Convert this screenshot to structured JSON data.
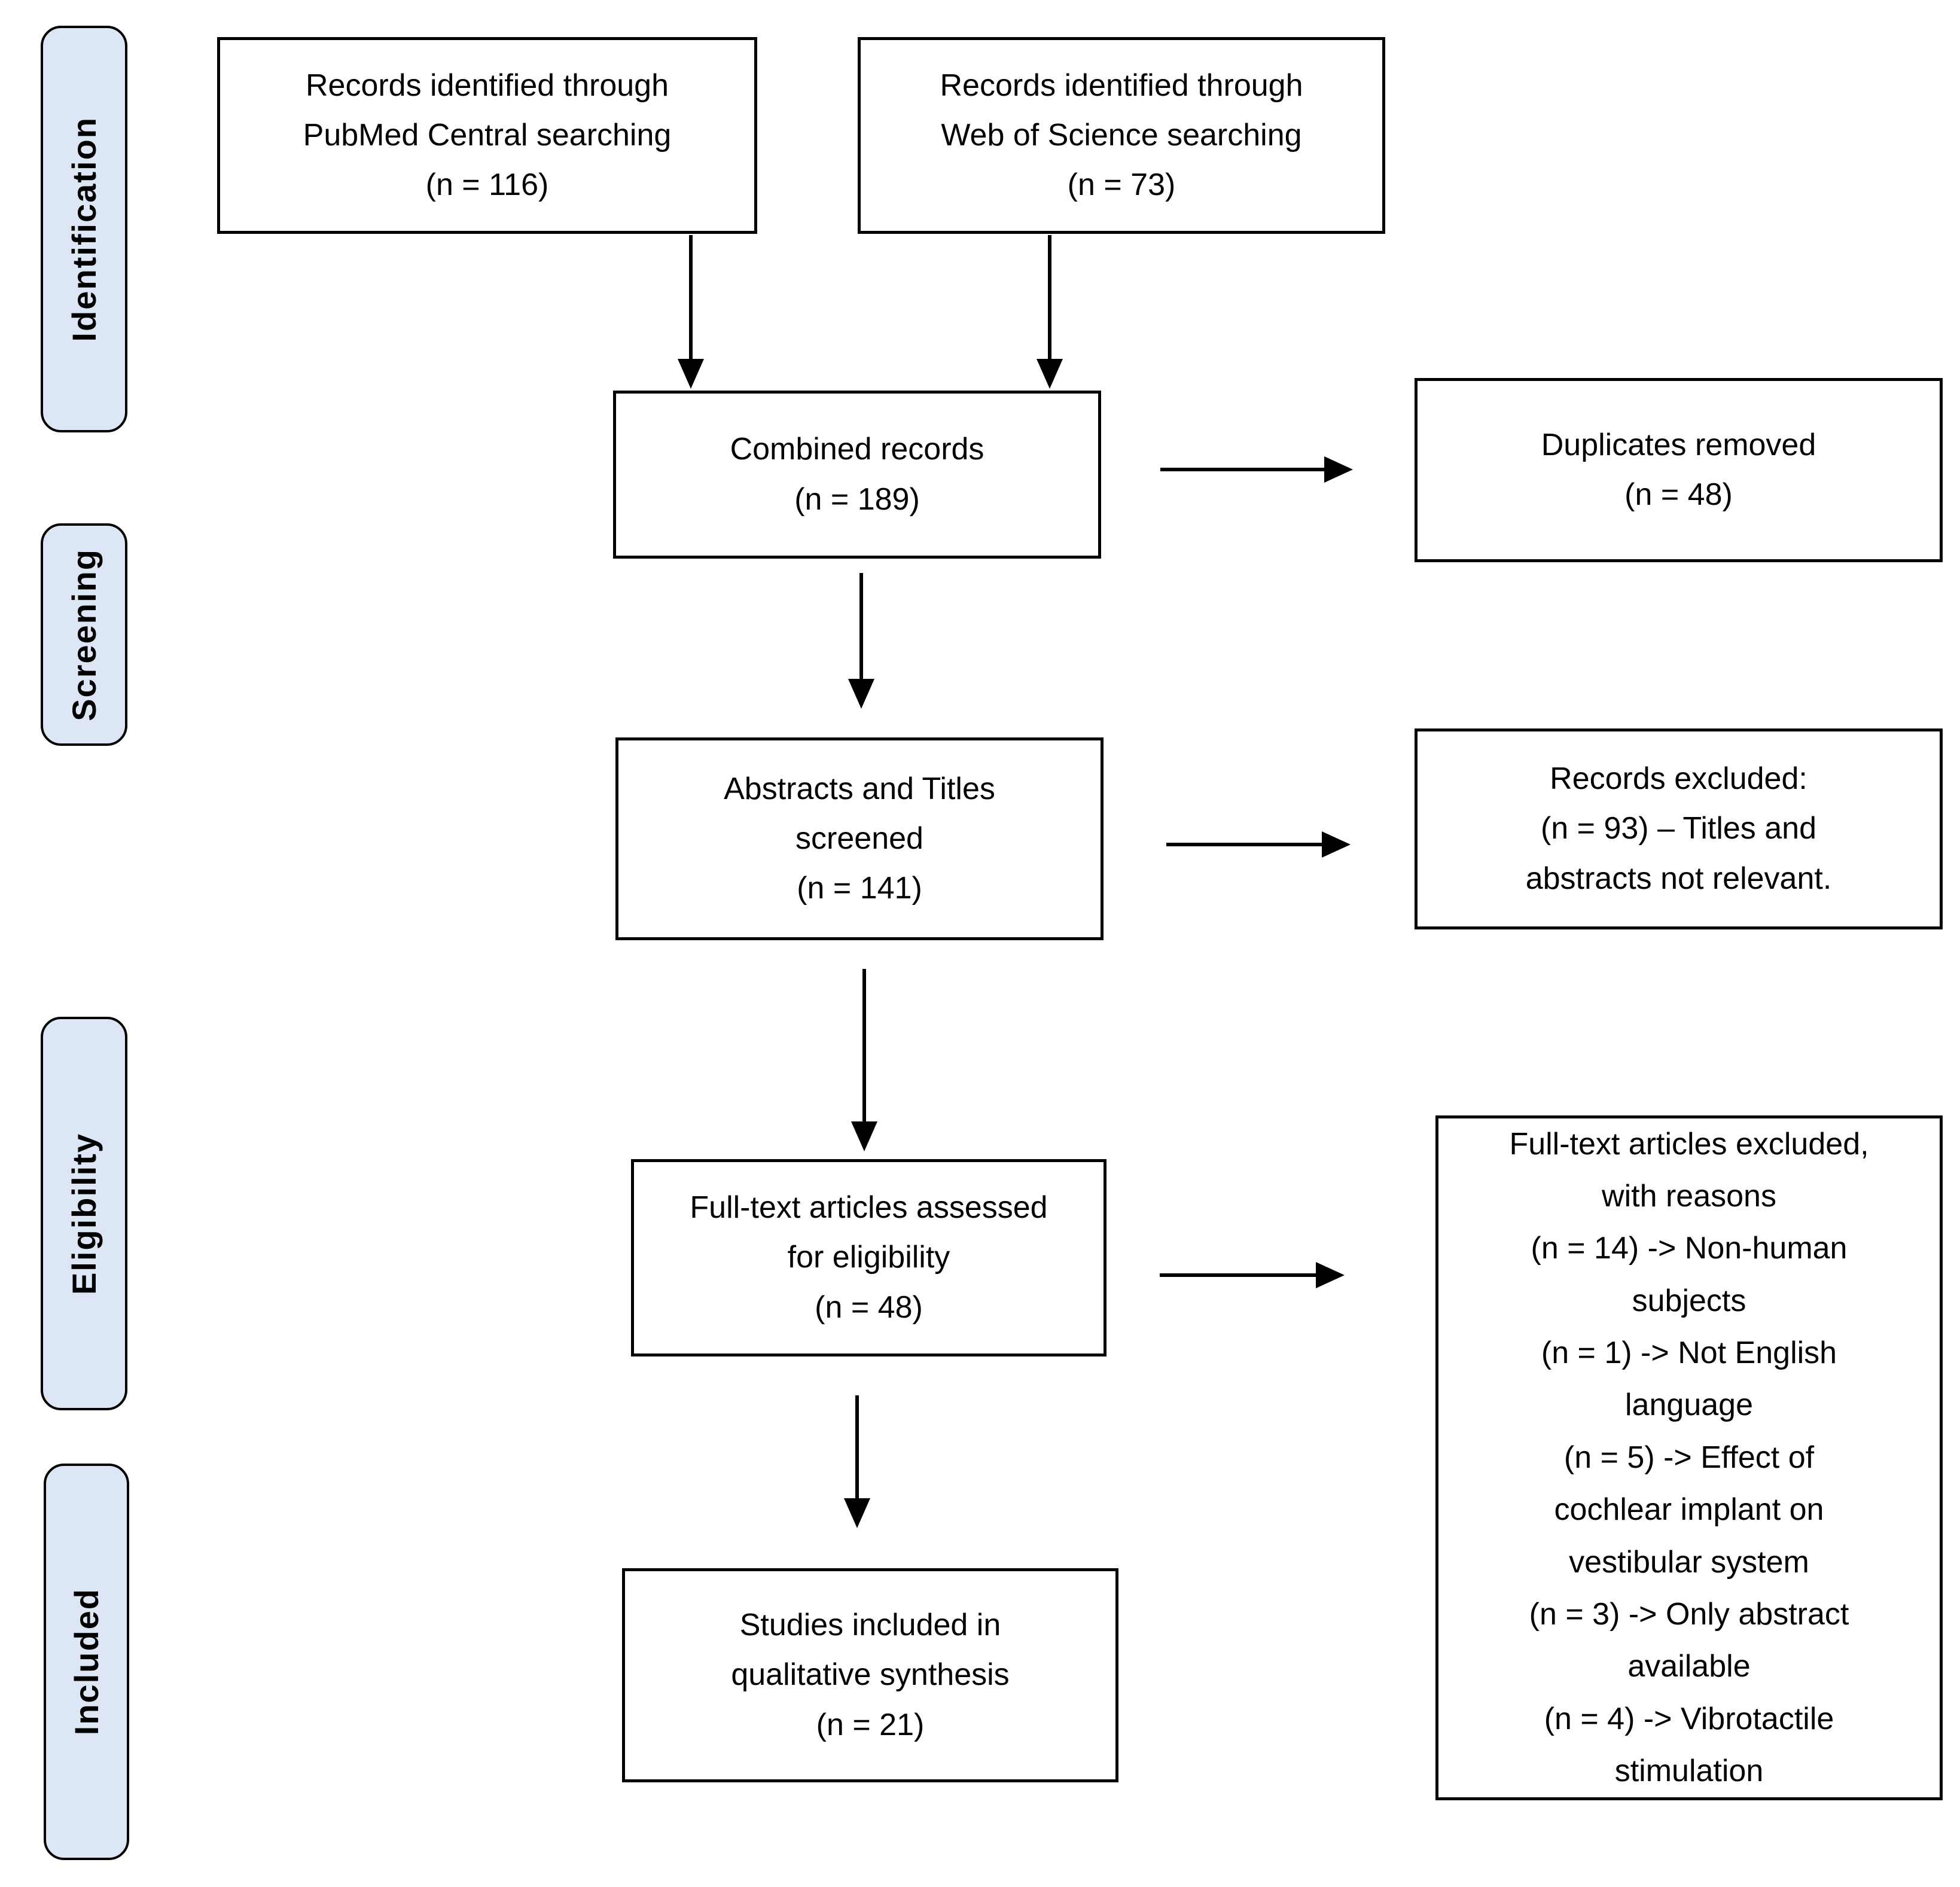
{
  "title": "PRISMA flow diagram",
  "colors": {
    "stage_fill": "#dce6f5",
    "border": "#000000",
    "background": "#ffffff",
    "text": "#000000"
  },
  "stages": [
    {
      "label": "Identification"
    },
    {
      "label": "Screening"
    },
    {
      "label": "Eligibility"
    },
    {
      "label": "Included"
    }
  ],
  "boxes": {
    "pubmed": {
      "text": "Records identified through\nPubMed Central searching\n(n = 116)"
    },
    "wos": {
      "text": "Records identified through\nWeb of Science searching\n(n = 73)"
    },
    "combined": {
      "text": "Combined records\n(n = 189)"
    },
    "duplicates": {
      "text": "Duplicates removed\n(n = 48)"
    },
    "screened": {
      "text": "Abstracts and Titles\nscreened\n(n = 141)"
    },
    "excluded": {
      "text": "Records excluded:\n(n = 93) – Titles and\nabstracts not relevant."
    },
    "fulltext": {
      "text": "Full-text articles assessed\nfor eligibility\n(n = 48)"
    },
    "reasons": {
      "text": "Full-text articles excluded,\nwith reasons\n(n = 14) -> Non-human\nsubjects\n(n = 1) -> Not English\nlanguage\n(n = 5) -> Effect of\ncochlear implant on\nvestibular system\n(n = 3) -> Only abstract\navailable\n(n = 4) -> Vibrotactile\nstimulation"
    },
    "included": {
      "text": "Studies included in\nqualitative synthesis\n(n = 21)"
    }
  },
  "counts": {
    "pubmed_records": 116,
    "web_of_science_records": 73,
    "combined_records": 189,
    "duplicates_removed": 48,
    "abstracts_titles_screened": 141,
    "records_excluded": 93,
    "fulltext_assessed": 48,
    "fulltext_excluded_non_human": 14,
    "fulltext_excluded_not_english": 1,
    "fulltext_excluded_cochlear_implant": 5,
    "fulltext_excluded_only_abstract": 3,
    "fulltext_excluded_vibrotactile": 4,
    "studies_included_qualitative": 21
  }
}
